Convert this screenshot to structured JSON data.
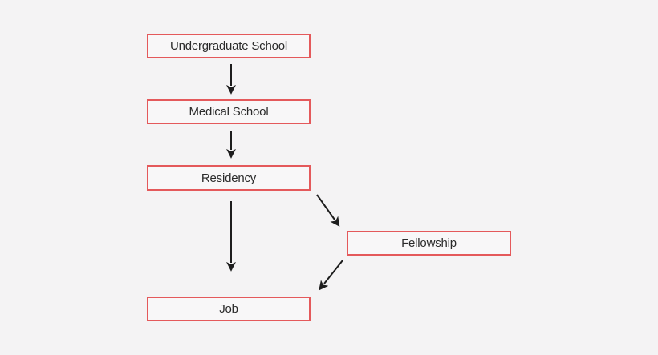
{
  "diagram": {
    "type": "flowchart",
    "nodes": [
      {
        "id": "undergraduate-school",
        "label": "Undergraduate School"
      },
      {
        "id": "medical-school",
        "label": "Medical School"
      },
      {
        "id": "residency",
        "label": "Residency"
      },
      {
        "id": "fellowship",
        "label": "Fellowship"
      },
      {
        "id": "job",
        "label": "Job"
      }
    ],
    "edges": [
      {
        "from": "undergraduate-school",
        "to": "medical-school"
      },
      {
        "from": "medical-school",
        "to": "residency"
      },
      {
        "from": "residency",
        "to": "job"
      },
      {
        "from": "residency",
        "to": "fellowship"
      },
      {
        "from": "fellowship",
        "to": "job"
      }
    ],
    "colors": {
      "background": "#f4f3f4",
      "node_fill": "#f8f7f8",
      "node_border": "#e4595b",
      "text": "#2b2b2b",
      "arrow": "#1d1d1d"
    }
  }
}
